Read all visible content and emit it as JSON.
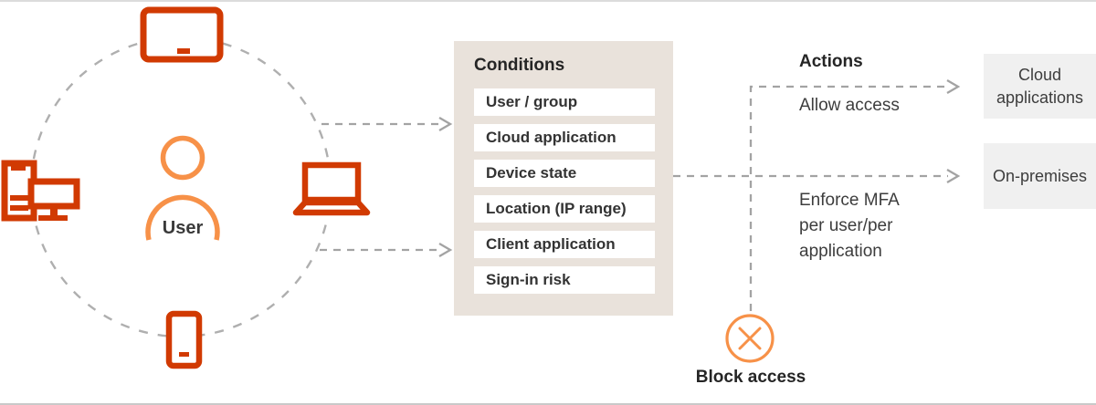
{
  "user": {
    "label": "User"
  },
  "conditions": {
    "title": "Conditions",
    "items": [
      "User / group",
      "Cloud application",
      "Device state",
      "Location (IP range)",
      "Client application",
      "Sign-in risk"
    ]
  },
  "actions": {
    "title": "Actions",
    "allow_label": "Allow access",
    "enforce_label": "Enforce MFA per user/per application",
    "block_label": "Block access"
  },
  "destinations": {
    "cloud_label": "Cloud applications",
    "onprem_label": "On-premises"
  },
  "icons": {
    "tablet": "tablet-icon",
    "desktop": "desktop-computer-icon",
    "phone": "smartphone-icon",
    "laptop": "laptop-icon",
    "person": "person-icon",
    "block": "blocked-circle-x-icon",
    "arrows": "dashed-arrow-right-icon"
  },
  "colors": {
    "device_orange": "#d13a02",
    "person_orange": "#f79148",
    "conditions_panel_bg": "#e9e2db",
    "condition_row_bg": "#ffffff",
    "destination_box_bg": "#f0f0f0",
    "dashed_line_gray": "#a3a3a3",
    "heading_text": "#252525",
    "body_text": "#3d3d3d"
  }
}
